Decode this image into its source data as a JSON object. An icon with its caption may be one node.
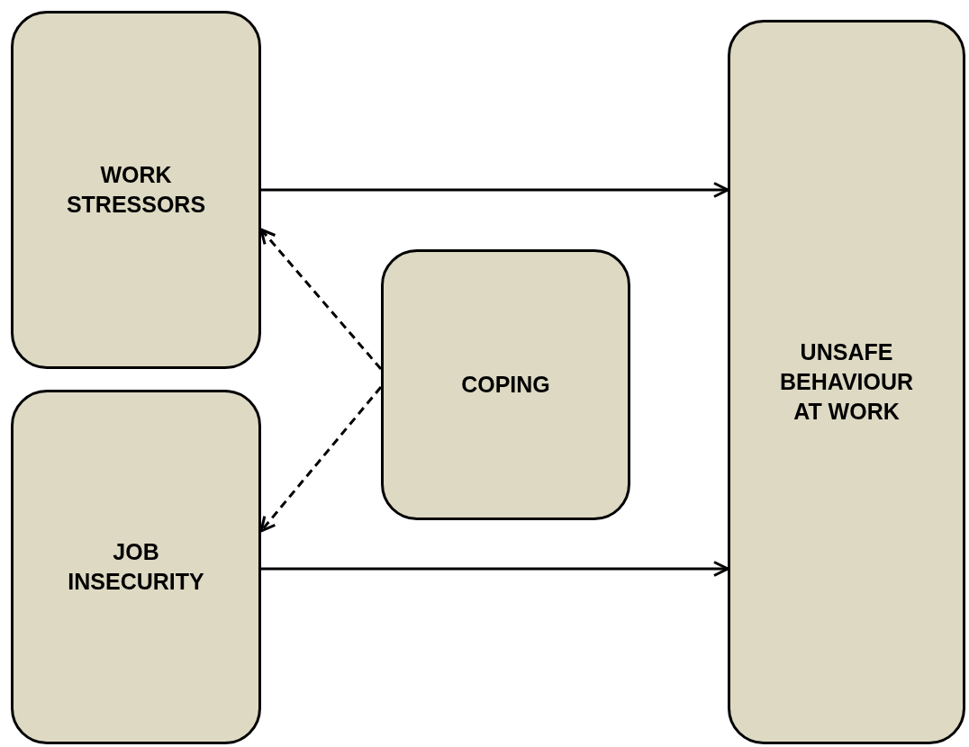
{
  "diagram": {
    "nodes": [
      {
        "text": [
          "WORK STRESSORS"
        ]
      },
      {
        "text": [
          "JOB INSECURITY"
        ]
      },
      {
        "text": [
          "COPING"
        ]
      },
      {
        "text": [
          "UNSAFE BEHAVIOUR AT WORK"
        ]
      }
    ],
    "edges": [
      {
        "from": 0,
        "to": 3,
        "arrow": "to"
      },
      {
        "from": 1,
        "to": 3,
        "arrow": "to"
      },
      {
        "from": 2,
        "to": 0,
        "arrow": "to",
        "style": "dashed"
      },
      {
        "from": 2,
        "to": 1,
        "arrow": "to",
        "style": "dashed"
      }
    ]
  }
}
